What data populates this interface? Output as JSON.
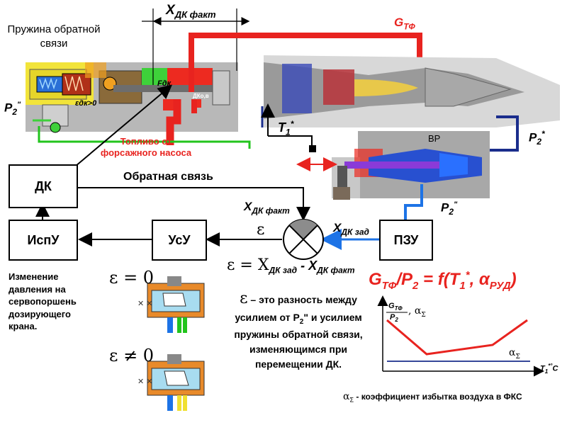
{
  "labels": {
    "x_dk_fakt_top": "X",
    "x_dk_fakt_top_sub": "ДК факт",
    "spring_label": "Пружина обратной связи",
    "p2_left": "P",
    "p2_left_sup": "2",
    "p2_left_mark": "\"",
    "g_tf": "G",
    "g_tf_sub": "ТФ",
    "t1": "T",
    "t1_sub": "1",
    "t1_mark": "*",
    "p2_right": "P",
    "p2_right_sub": "2",
    "p2_right_mark": "*",
    "bp": "ВР",
    "fuel_line1": "Топливо от",
    "fuel_line2": "форсажного насоса",
    "eps_dk": "εдк>0",
    "f_dk": "Fдк",
    "dk_o": "ДКо,в",
    "feedback": "Обратная связь",
    "x_dk_fakt_mid": "X",
    "x_dk_fakt_mid_sub": "ДК факт",
    "x_dk_zad": "X",
    "x_dk_zad_sub": "ДК зад",
    "p2_bottom": "P",
    "p2_bottom_sub": "2",
    "p2_bottom_mark": "\"",
    "eps": "ε",
    "eps_eq": "ε = X",
    "eps_eq_sub1": "ДК зад",
    "eps_eq_mid": " - X",
    "eps_eq_sub2": "ДК факт",
    "formula": "G",
    "formula_sub1": "ТФ",
    "formula_mid": "/P",
    "formula_sub2": "2",
    "formula_rest": " = f(T",
    "formula_sub3": "1",
    "formula_sup3": "*",
    "formula_tail": ", α",
    "formula_sub4": "РУД",
    "formula_end": ")",
    "eps_zero": "ε = 0",
    "eps_nonzero": "ε ≠ 0",
    "eps_desc_symbol": "ε",
    "eps_desc_1": " – это разность между",
    "eps_desc_2": "усилием от P",
    "eps_desc_2_sub": "2",
    "eps_desc_2_rest": "\" и усилием",
    "eps_desc_3": "пружины обратной связи,",
    "eps_desc_4": "изменяющимся при",
    "eps_desc_5": "перемещении ДК.",
    "left_note_1": "Изменение",
    "left_note_2": "давления на",
    "left_note_3": "сервопоршень",
    "left_note_4": "дозирующего",
    "left_note_5": "крана.",
    "graph_ylabel_num": "G",
    "graph_ylabel_num_sub": "ТФ",
    "graph_ylabel_den": "P",
    "graph_ylabel_den_sub": "2",
    "graph_ylabel_alpha": ", α",
    "graph_ylabel_alpha_sub": "Σ",
    "graph_alpha_line": "α",
    "graph_alpha_line_sub": "Σ",
    "graph_xlabel": "T",
    "graph_xlabel_sub": "1",
    "graph_xlabel_sup": "*°",
    "graph_xlabel_unit": "C",
    "bottom_note_alpha": "α",
    "bottom_note_sub": "Σ",
    "bottom_note_text": " - коэффициент избытка воздуха в ФКС"
  },
  "blocks": {
    "dk": "ДК",
    "ispu": "ИспУ",
    "usu": "УсУ",
    "pzu": "ПЗУ"
  },
  "colors": {
    "red": "#e8231f",
    "blue": "#1d73e6",
    "green": "#22c41d",
    "navy": "#1a2d8c",
    "formula_red": "#e8231f"
  }
}
